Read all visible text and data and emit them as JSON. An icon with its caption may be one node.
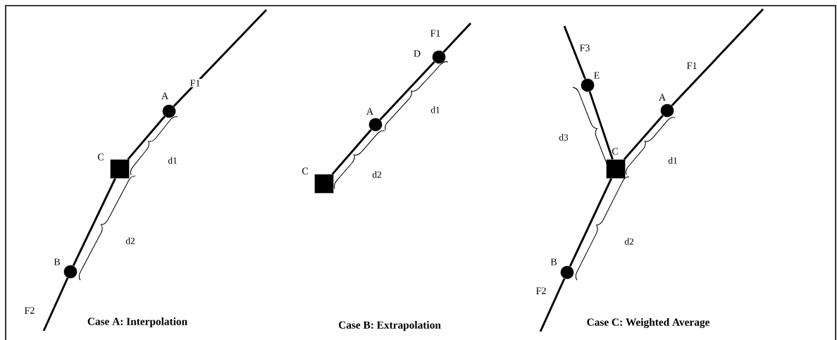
{
  "diagram": {
    "nodes": [
      {
        "text": [
          "A"
        ]
      },
      {
        "text": [
          "C"
        ]
      },
      {
        "text": [
          "B"
        ]
      },
      {
        "text": [
          "D"
        ]
      },
      {
        "text": [
          "A"
        ]
      },
      {
        "text": [
          "C"
        ]
      },
      {
        "text": [
          "E"
        ]
      },
      {
        "text": [
          "A"
        ]
      },
      {
        "text": [
          "C"
        ]
      },
      {
        "text": [
          "B"
        ]
      }
    ],
    "edges": [
      {
        "from": 0,
        "to": 1,
        "arrow": "none"
      },
      {
        "from": 1,
        "to": 2,
        "arrow": "none"
      },
      {
        "from": null,
        "to": 0,
        "arrow": "none",
        "label": "F1"
      },
      {
        "from": 2,
        "to": null,
        "arrow": "none",
        "label": "F2"
      },
      {
        "from": 3,
        "to": 4,
        "arrow": "none"
      },
      {
        "from": 4,
        "to": 5,
        "arrow": "none"
      },
      {
        "from": null,
        "to": 3,
        "arrow": "none",
        "label": "F1"
      },
      {
        "from": 6,
        "to": 8,
        "arrow": "none"
      },
      {
        "from": null,
        "to": 6,
        "arrow": "none",
        "label": "F3"
      },
      {
        "from": 7,
        "to": 8,
        "arrow": "none"
      },
      {
        "from": null,
        "to": 7,
        "arrow": "none",
        "label": "F1"
      },
      {
        "from": 8,
        "to": 9,
        "arrow": "none"
      },
      {
        "from": 9,
        "to": null,
        "arrow": "none",
        "label": "F2"
      }
    ],
    "labels": [
      "d1",
      "d2",
      "Case A: Interpolation",
      "d1",
      "d2",
      "Case B: Extrapolation",
      "d3",
      "d1",
      "d2",
      "Case C: Weighted Average"
    ]
  }
}
